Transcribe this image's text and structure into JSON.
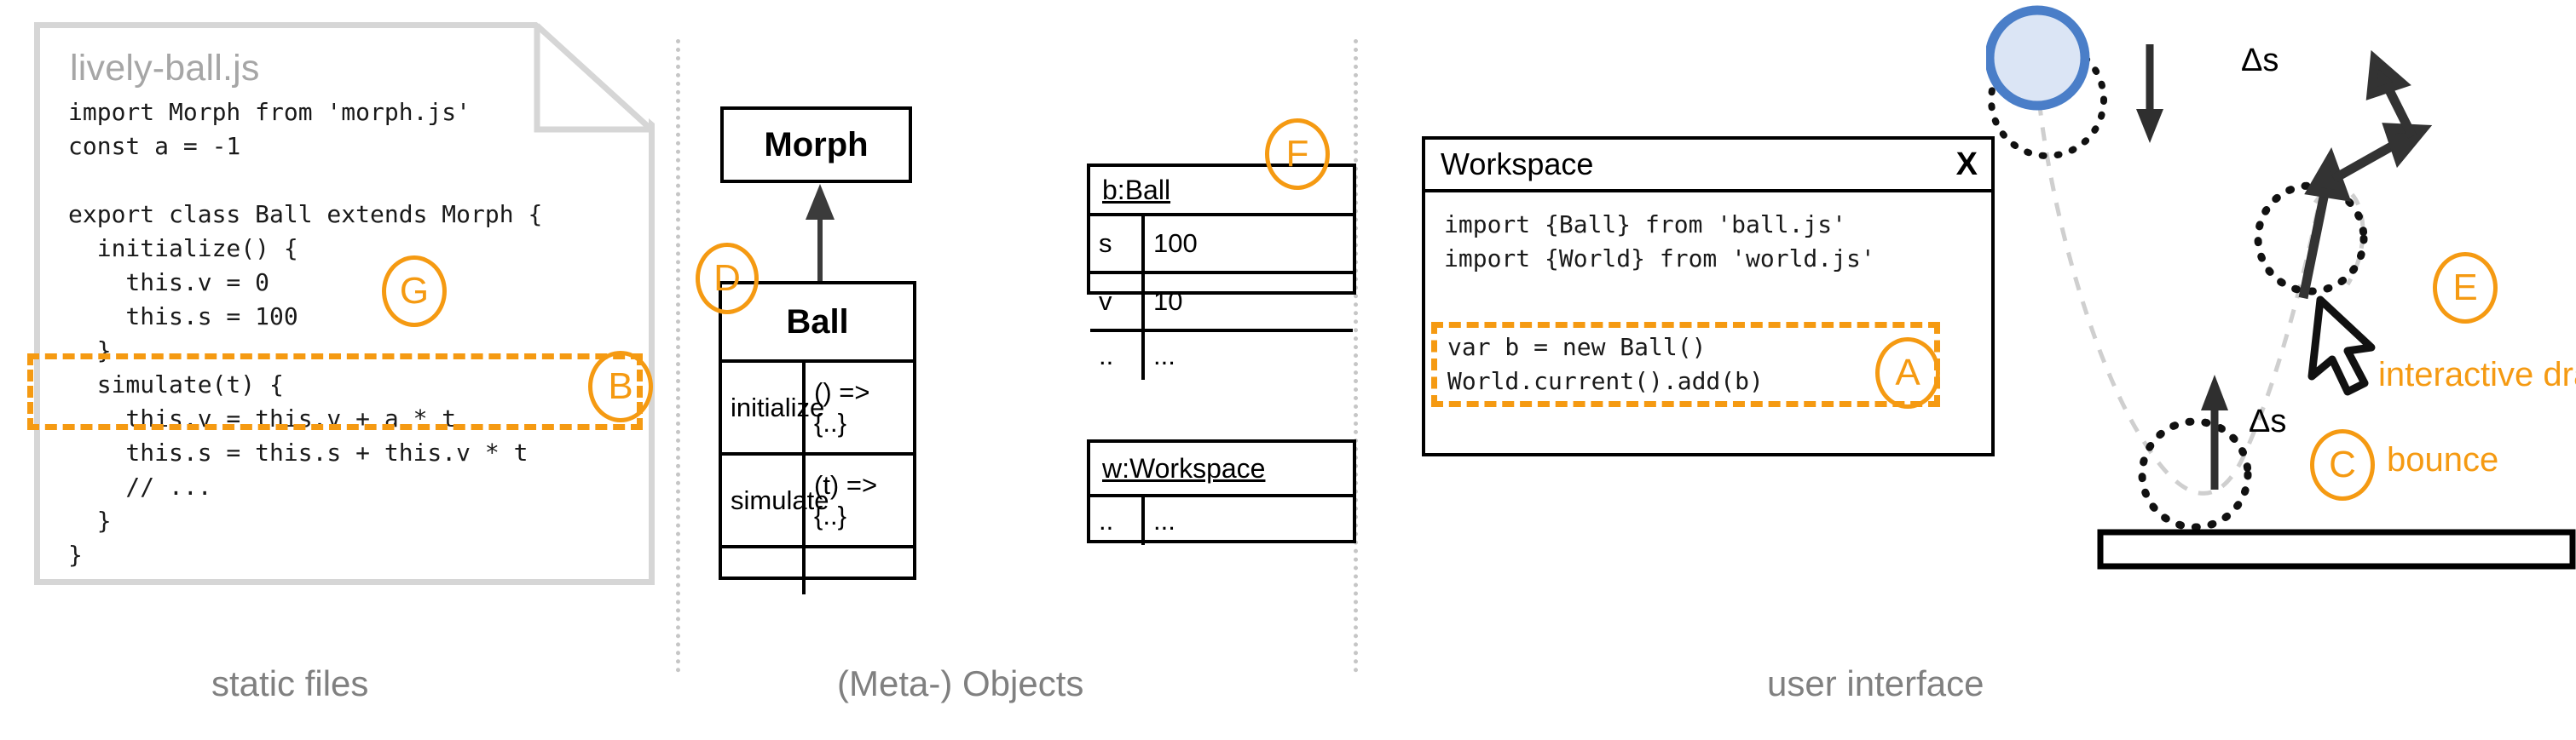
{
  "columns": {
    "left_caption": "static files",
    "middle_caption": "(Meta-) Objects",
    "right_caption": "user interface"
  },
  "static_file": {
    "title": "lively-ball.js",
    "code": "import Morph from 'morph.js'\nconst a = -1\n\nexport class Ball extends Morph {\n  initialize() {\n    this.v = 0\n    this.s = 100\n  }\n  simulate(t) {\n    this.v = this.v + a * t\n    this.s = this.s + this.v * t\n    // ...\n  }\n}",
    "marker_g": "G",
    "marker_b": "B"
  },
  "uml": {
    "superclass": {
      "name": "Morph"
    },
    "subclass": {
      "name": "Ball",
      "marker_d": "D",
      "rows": [
        {
          "name": "initialize",
          "value": "() => {..}"
        },
        {
          "name": "simulate",
          "value": "(t) => {..}"
        },
        {
          "name": "..",
          "value": "..."
        }
      ]
    }
  },
  "objects": {
    "ball_instance": {
      "title": "b:Ball",
      "marker_f": "F",
      "rows": [
        {
          "key": "s",
          "value": "100"
        },
        {
          "key": "v",
          "value": "10"
        },
        {
          "key": "..",
          "value": "..."
        }
      ]
    },
    "workspace_instance": {
      "title": "w:Workspace",
      "rows": [
        {
          "key": "..",
          "value": "..."
        }
      ]
    }
  },
  "workspace_window": {
    "title": "Workspace",
    "close_label": "X",
    "code_top": "import {Ball} from 'ball.js'\nimport {World} from 'world.js'",
    "code_highlighted": "var b = new Ball()\nWorld.current().add(b)",
    "marker_a": "A"
  },
  "scene": {
    "delta_s_top": "Δs",
    "delta_s_bottom": "Δs",
    "label_interactive_drag": "interactive drag",
    "label_bounce": "bounce",
    "marker_c": "C",
    "marker_e": "E"
  },
  "colors": {
    "accent_orange": "#f59a12",
    "ball_fill": "#dbe5f5",
    "ball_stroke": "#4a7ec8",
    "caption_gray": "#808080",
    "paper_border": "#d6d6d6",
    "divider_gray": "#c6c6c6"
  }
}
